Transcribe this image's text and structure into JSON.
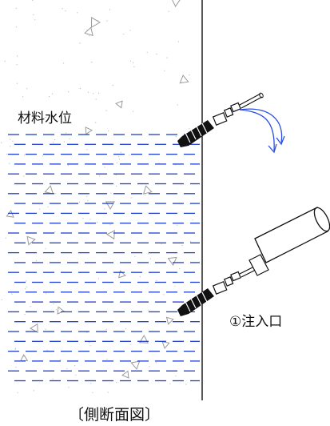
{
  "labels": {
    "material_level": "材料水位",
    "injection_inlet": "①注入口",
    "caption": "〔側断面図〕"
  },
  "colors": {
    "water_dash": "#1f3fd0",
    "outline": "#111111",
    "aggregate": "#9a9a9a",
    "flow_arrow": "#2b4fe0",
    "plug": "#111111"
  },
  "icons": {
    "upper_plug": "injection-plug-icon",
    "lower_plug": "injection-plug-icon",
    "hose": "hose-icon",
    "injector": "injector-gun-icon"
  }
}
